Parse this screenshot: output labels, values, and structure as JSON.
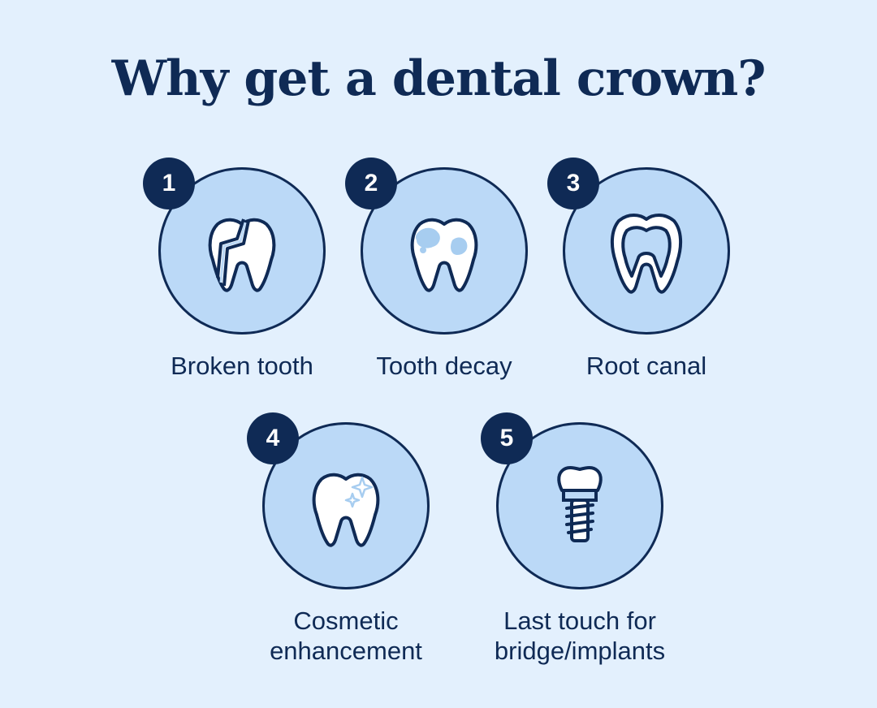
{
  "title": "Why get a dental crown?",
  "items": [
    {
      "number": "1",
      "label": "Broken tooth",
      "icon": "broken-tooth-icon"
    },
    {
      "number": "2",
      "label": "Tooth decay",
      "icon": "decayed-tooth-icon"
    },
    {
      "number": "3",
      "label": "Root canal",
      "icon": "root-canal-tooth-icon"
    },
    {
      "number": "4",
      "label": "Cosmetic enhancement",
      "icon": "sparkling-tooth-icon"
    },
    {
      "number": "5",
      "label": "Last touch for bridge/implants",
      "icon": "dental-implant-icon"
    }
  ],
  "colors": {
    "background": "#e3f0fd",
    "circle": "#bbd9f7",
    "navy": "#0f2a55",
    "decay": "#a7cdf0"
  }
}
